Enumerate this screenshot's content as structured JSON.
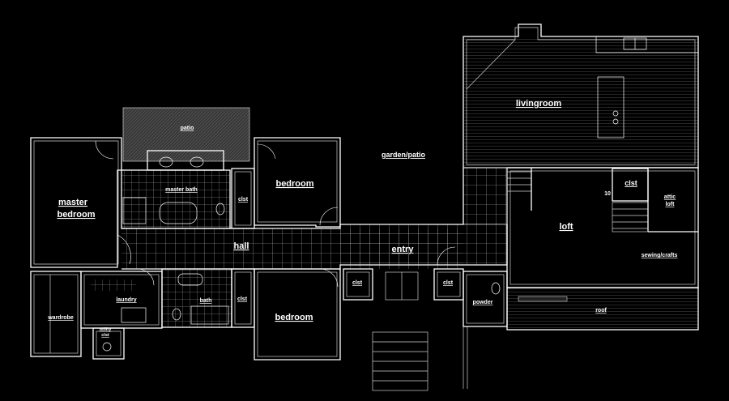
{
  "plan": {
    "rooms": {
      "patio": "patio",
      "garden_patio": "garden/patio",
      "livingroom": "livingroom",
      "master_bedroom_1": "master",
      "master_bedroom_2": "bedroom",
      "master_bath": "master bath",
      "clst_master": "clst",
      "bedroom_top": "bedroom",
      "hall": "hall",
      "entry": "entry",
      "loft": "loft",
      "clst_loft": "clst",
      "loft_step": "10",
      "attic_loft_1": "attic",
      "attic_loft_2": "loft",
      "sewing_crafts": "sewing/crafts",
      "roof": "roof",
      "laundry": "laundry",
      "utility_1": "utility",
      "utility_2": "clst",
      "wardrobe": "wardrobe",
      "bath": "bath",
      "clst_bath": "clst",
      "bedroom_bottom": "bedroom",
      "clst_entry_left": "clst",
      "clst_entry_right": "clst",
      "powder": "powder"
    }
  },
  "colors": {
    "background": "#000000",
    "lines": "#ffffff",
    "patio_fill": "#3a3a3a"
  }
}
